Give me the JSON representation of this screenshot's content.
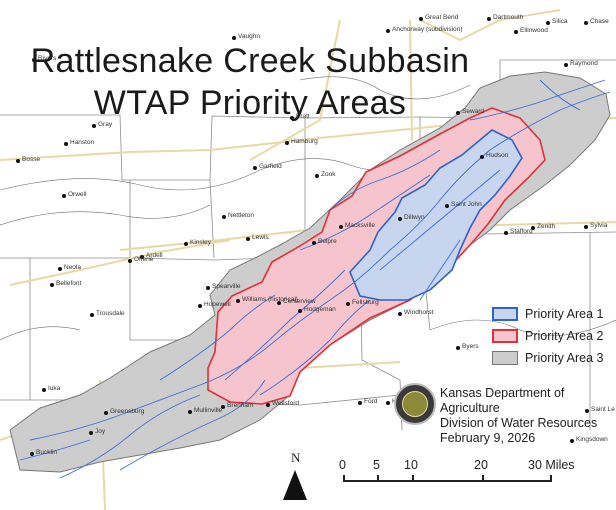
{
  "title": {
    "line1": "Rattlesnake Creek Subbasin",
    "line2": "WTAP Priority Areas"
  },
  "legend": {
    "items": [
      {
        "label": "Priority Area 1",
        "fill": "#c7d5ef",
        "stroke": "#2f63c6"
      },
      {
        "label": "Priority Area 2",
        "fill": "#f6c4cc",
        "stroke": "#e03038"
      },
      {
        "label": "Priority Area 3",
        "fill": "#cdcdcd",
        "stroke": "#777777"
      }
    ]
  },
  "credit": {
    "line1": "Kansas Department of Agriculture",
    "line2": "Division of Water Resources",
    "line3": "February 9, 2026"
  },
  "north": {
    "label": "N"
  },
  "scale": {
    "ticks": [
      "0",
      "5",
      "10",
      "20",
      "30 Miles"
    ]
  },
  "places": [
    {
      "name": "Vaughn"
    },
    {
      "name": "Great Bend"
    },
    {
      "name": "Dartmouth"
    },
    {
      "name": "Silica"
    },
    {
      "name": "Chase"
    },
    {
      "name": "Anchorway (subdivision)"
    },
    {
      "name": "Ellinwood"
    },
    {
      "name": "Rivers"
    },
    {
      "name": "Raymond"
    },
    {
      "name": "Seward"
    },
    {
      "name": "Pratt"
    },
    {
      "name": "Gray"
    },
    {
      "name": "Hamburg"
    },
    {
      "name": "Hanston"
    },
    {
      "name": "Hudson"
    },
    {
      "name": "Bosse"
    },
    {
      "name": "Garfield"
    },
    {
      "name": "Zook"
    },
    {
      "name": "Orwell"
    },
    {
      "name": "Saint John"
    },
    {
      "name": "Nettleton"
    },
    {
      "name": "Macksville"
    },
    {
      "name": "Dillwyn"
    },
    {
      "name": "Zenith"
    },
    {
      "name": "Sylvia"
    },
    {
      "name": "Lewis"
    },
    {
      "name": "Belpre"
    },
    {
      "name": "Stafford"
    },
    {
      "name": "Kinsley"
    },
    {
      "name": "Ardell"
    },
    {
      "name": "Offerle"
    },
    {
      "name": "Neola"
    },
    {
      "name": "Bellefont"
    },
    {
      "name": "Spearville"
    },
    {
      "name": "Williams (historical)"
    },
    {
      "name": "Centerview"
    },
    {
      "name": "Fellsburg"
    },
    {
      "name": "Hopewell"
    },
    {
      "name": "Hodgeman"
    },
    {
      "name": "Trousdale"
    },
    {
      "name": "Windhorst"
    },
    {
      "name": "Byers"
    },
    {
      "name": "Iuka"
    },
    {
      "name": "Ford"
    },
    {
      "name": "Haviland"
    },
    {
      "name": "Wellsford"
    },
    {
      "name": "Brenham"
    },
    {
      "name": "Greensburg"
    },
    {
      "name": "Mullinville"
    },
    {
      "name": "Joy"
    },
    {
      "name": "Bucklin"
    },
    {
      "name": "Kingsdown"
    },
    {
      "name": "Saint Le"
    }
  ]
}
